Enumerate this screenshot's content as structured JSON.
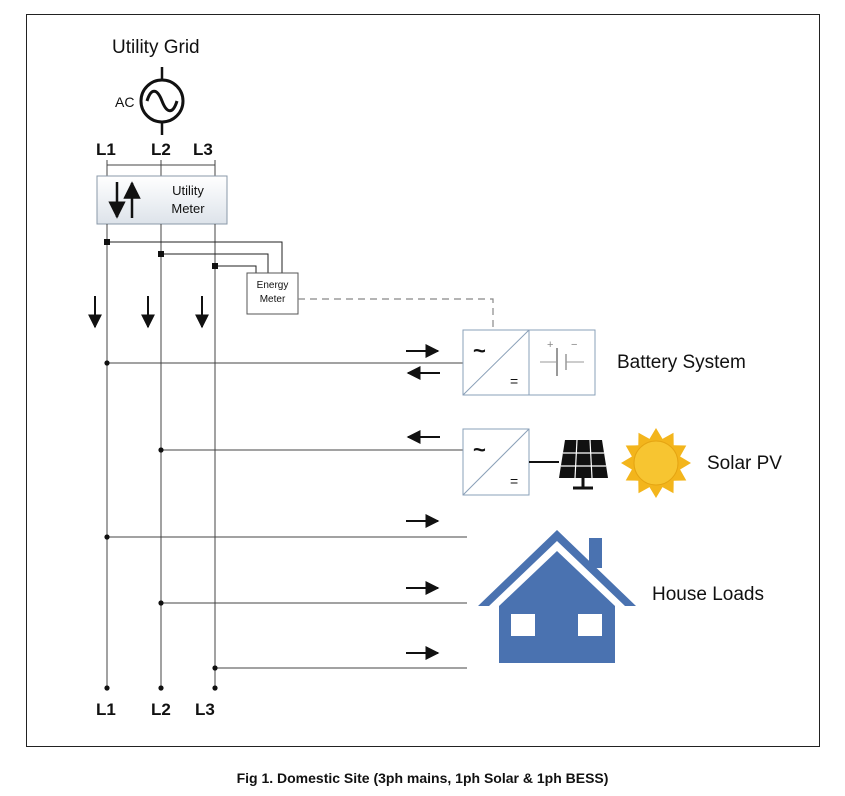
{
  "grid": {
    "title": "Utility Grid",
    "ac_label": "AC"
  },
  "phases_top": [
    "L1",
    "L2",
    "L3"
  ],
  "phases_bottom": [
    "L1",
    "L2",
    "L3"
  ],
  "utility_meter": {
    "line1": "Utility",
    "line2": "Meter"
  },
  "energy_meter": {
    "line1": "Energy",
    "line2": "Meter"
  },
  "inverter_symbols": {
    "ac": "~",
    "dc": "="
  },
  "battery_polarity": {
    "plus": "+",
    "minus": "−"
  },
  "loads": {
    "battery": "Battery System",
    "solar": "Solar PV",
    "house": "House Loads"
  },
  "caption": "Fig 1. Domestic Site (3ph mains, 1ph Solar & 1ph BESS)",
  "colors": {
    "house": "#4a72b0",
    "sun": "#f3b51c",
    "sun_core": "#f7c531",
    "panel": "#111111"
  }
}
